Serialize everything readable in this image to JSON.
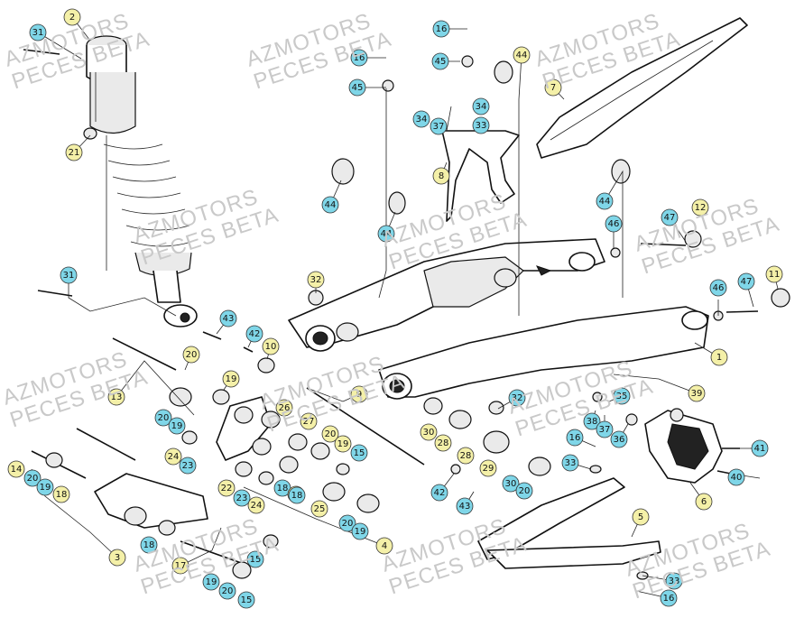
{
  "watermark": {
    "line1": "AZMOTORS",
    "line2": "PECES BETA"
  },
  "callouts": [
    {
      "n": "31",
      "c": "cb"
    },
    {
      "n": "2",
      "c": "cy"
    },
    {
      "n": "21",
      "c": "cy"
    },
    {
      "n": "16",
      "c": "cb"
    },
    {
      "n": "45",
      "c": "cb"
    },
    {
      "n": "16",
      "c": "cb"
    },
    {
      "n": "45",
      "c": "cb"
    },
    {
      "n": "44",
      "c": "cy"
    },
    {
      "n": "7",
      "c": "cy"
    },
    {
      "n": "34",
      "c": "cb"
    },
    {
      "n": "37",
      "c": "cb"
    },
    {
      "n": "34",
      "c": "cb"
    },
    {
      "n": "33",
      "c": "cb"
    },
    {
      "n": "8",
      "c": "cy"
    },
    {
      "n": "44",
      "c": "cb"
    },
    {
      "n": "44",
      "c": "cb"
    },
    {
      "n": "44",
      "c": "cb"
    },
    {
      "n": "46",
      "c": "cb"
    },
    {
      "n": "47",
      "c": "cb"
    },
    {
      "n": "12",
      "c": "cy"
    },
    {
      "n": "31",
      "c": "cb"
    },
    {
      "n": "32",
      "c": "cy"
    },
    {
      "n": "46",
      "c": "cb"
    },
    {
      "n": "47",
      "c": "cb"
    },
    {
      "n": "11",
      "c": "cy"
    },
    {
      "n": "43",
      "c": "cb"
    },
    {
      "n": "42",
      "c": "cb"
    },
    {
      "n": "10",
      "c": "cy"
    },
    {
      "n": "1",
      "c": "cy"
    },
    {
      "n": "20",
      "c": "cy"
    },
    {
      "n": "19",
      "c": "cy"
    },
    {
      "n": "9",
      "c": "cy"
    },
    {
      "n": "32",
      "c": "cb"
    },
    {
      "n": "39",
      "c": "cy"
    },
    {
      "n": "13",
      "c": "cy"
    },
    {
      "n": "20",
      "c": "cb"
    },
    {
      "n": "19",
      "c": "cb"
    },
    {
      "n": "26",
      "c": "cy"
    },
    {
      "n": "27",
      "c": "cy"
    },
    {
      "n": "20",
      "c": "cy"
    },
    {
      "n": "30",
      "c": "cy"
    },
    {
      "n": "35",
      "c": "cb"
    },
    {
      "n": "38",
      "c": "cb"
    },
    {
      "n": "37",
      "c": "cb"
    },
    {
      "n": "36",
      "c": "cb"
    },
    {
      "n": "28",
      "c": "cy"
    },
    {
      "n": "19",
      "c": "cy"
    },
    {
      "n": "24",
      "c": "cy"
    },
    {
      "n": "23",
      "c": "cb"
    },
    {
      "n": "15",
      "c": "cb"
    },
    {
      "n": "28",
      "c": "cy"
    },
    {
      "n": "16",
      "c": "cb"
    },
    {
      "n": "41",
      "c": "cb"
    },
    {
      "n": "14",
      "c": "cy"
    },
    {
      "n": "20",
      "c": "cb"
    },
    {
      "n": "19",
      "c": "cb"
    },
    {
      "n": "18",
      "c": "cy"
    },
    {
      "n": "22",
      "c": "cy"
    },
    {
      "n": "18",
      "c": "cb"
    },
    {
      "n": "19",
      "c": "cy"
    },
    {
      "n": "29",
      "c": "cy"
    },
    {
      "n": "33",
      "c": "cb"
    },
    {
      "n": "30",
      "c": "cb"
    },
    {
      "n": "20",
      "c": "cb"
    },
    {
      "n": "23",
      "c": "cb"
    },
    {
      "n": "24",
      "c": "cy"
    },
    {
      "n": "18",
      "c": "cb"
    },
    {
      "n": "42",
      "c": "cb"
    },
    {
      "n": "43",
      "c": "cb"
    },
    {
      "n": "40",
      "c": "cb"
    },
    {
      "n": "25",
      "c": "cy"
    },
    {
      "n": "20",
      "c": "cb"
    },
    {
      "n": "19",
      "c": "cb"
    },
    {
      "n": "6",
      "c": "cy"
    },
    {
      "n": "5",
      "c": "cy"
    },
    {
      "n": "3",
      "c": "cy"
    },
    {
      "n": "18",
      "c": "cb"
    },
    {
      "n": "4",
      "c": "cy"
    },
    {
      "n": "17",
      "c": "cy"
    },
    {
      "n": "15",
      "c": "cb"
    },
    {
      "n": "19",
      "c": "cb"
    },
    {
      "n": "20",
      "c": "cb"
    },
    {
      "n": "33",
      "c": "cb"
    },
    {
      "n": "15",
      "c": "cb"
    },
    {
      "n": "16",
      "c": "cb"
    }
  ],
  "colors": {
    "callout_blue": "#7fd6e8",
    "callout_yellow": "#f4f0a8",
    "watermark": "#c9c9c9"
  }
}
